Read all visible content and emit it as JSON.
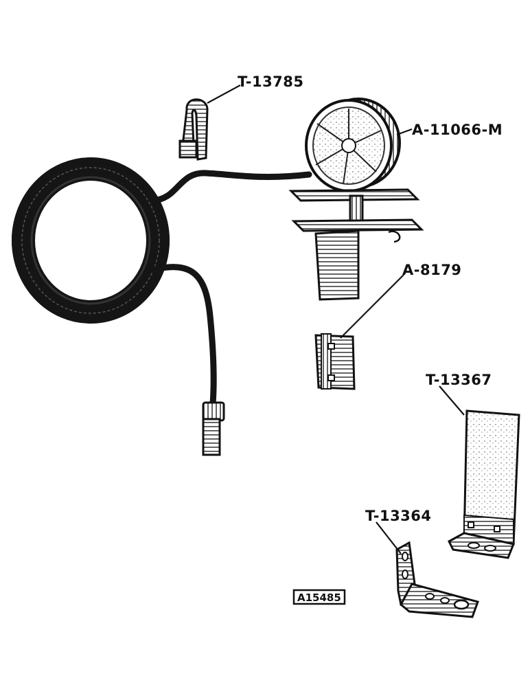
{
  "diagram": {
    "parts": [
      {
        "id": "clip",
        "label": "T-13785"
      },
      {
        "id": "lamp",
        "label": "A-11066-M"
      },
      {
        "id": "bracket-small",
        "label": "A-8179"
      },
      {
        "id": "bracket-large",
        "label": "T-13367"
      },
      {
        "id": "bracket-angle",
        "label": "T-13364"
      }
    ],
    "figure_id": "A15485",
    "colors": {
      "ink": "#111111",
      "paper": "#ffffff"
    }
  }
}
